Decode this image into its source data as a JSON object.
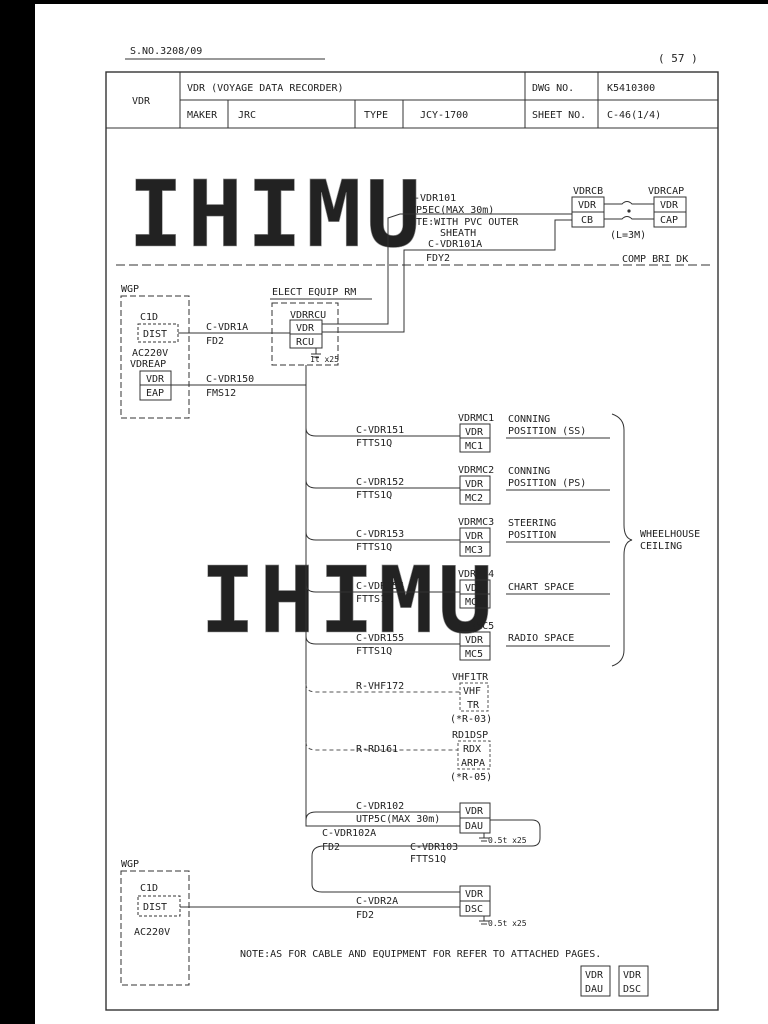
{
  "header": {
    "serial_no": "S.NO.3208/09",
    "page_no": "( 57 )"
  },
  "title_block": {
    "vdr": "VDR",
    "title": "VDR (VOYAGE DATA RECORDER)",
    "dwg_no_label": "DWG NO.",
    "dwg_no": "K5410300",
    "maker_label": "MAKER",
    "maker": "JRC",
    "type_label": "TYPE",
    "type": "JCY-1700",
    "sheet_no_label": "SHEET NO.",
    "sheet_no": "C-46(1/4)"
  },
  "watermark": {
    "text": "IHIMU"
  },
  "compass_deck": {
    "vdrcb_label": "VDRCB",
    "vdrcap_label": "VDRCAP",
    "vdrcb_box": [
      "VDR",
      "CB"
    ],
    "vdrcap_box": [
      "VDR",
      "CAP"
    ],
    "length": "(L=3M)",
    "cable1": "C-VDR101",
    "cable1_type": "UTP5EC(MAX 30m)",
    "note_line1": "NOTE:WITH PVC OUTER",
    "note_line2": "SHEATH",
    "cable2": "C-VDR101A",
    "cable2_type": "FDY2",
    "deck_label": "COMP BRI DK"
  },
  "wgp_top": {
    "label": "WGP",
    "c1d": "C1D",
    "dist": "DIST",
    "voltage": "AC220V",
    "vdreap": "VDREAP",
    "eap_box": [
      "VDR",
      "EAP"
    ],
    "cable_a": "C-VDR1A",
    "cable_a_type": "FD2",
    "cable_b": "C-VDR150",
    "cable_b_type": "FMS12"
  },
  "elect_room": {
    "label": "ELECT EQUIP RM",
    "vdrrcu": "VDRRCU",
    "rcu_box": [
      "VDR",
      "RCU"
    ],
    "ground": "1t x25"
  },
  "monitors": [
    {
      "id": "VDRMC1",
      "box": [
        "VDR",
        "MC1"
      ],
      "cable": "C-VDR151",
      "type": "FTTS1Q",
      "loc1": "CONNING",
      "loc2": "POSITION    (SS)"
    },
    {
      "id": "VDRMC2",
      "box": [
        "VDR",
        "MC2"
      ],
      "cable": "C-VDR152",
      "type": "FTTS1Q",
      "loc1": "CONNING",
      "loc2": "POSITION    (PS)"
    },
    {
      "id": "VDRMC3",
      "box": [
        "VDR",
        "MC3"
      ],
      "cable": "C-VDR153",
      "type": "FTTS1Q",
      "loc1": "STEERING",
      "loc2": "POSITION"
    },
    {
      "id": "VDRMC4",
      "box": [
        "VDR",
        "MC4"
      ],
      "cable": "C-VDR154",
      "type": "FTTS1Q",
      "loc1": "CHART SPACE",
      "loc2": ""
    },
    {
      "id": "VDRMC5",
      "box": [
        "VDR",
        "MC5"
      ],
      "cable": "C-VDR155",
      "type": "FTTS1Q",
      "loc1": "RADIO SPACE",
      "loc2": ""
    }
  ],
  "wheelhouse": {
    "line1": "WHEELHOUSE",
    "line2": "CEILING"
  },
  "ext_equipment": [
    {
      "id": "VHF1TR",
      "box": [
        "VHF",
        "TR"
      ],
      "cable": "R-VHF172",
      "ref": "(*R-03)"
    },
    {
      "id": "RD1DSP",
      "box": [
        "RDX",
        "ARPA"
      ],
      "cable": "R-RD161",
      "ref": "(*R-05)"
    }
  ],
  "dau": {
    "box": [
      "VDR",
      "DAU"
    ],
    "cable1": "C-VDR102",
    "cable1_type": "UTP5C(MAX 30m)",
    "cable2": "C-VDR102A",
    "cable2_type": "FD2",
    "cable3": "C-VDR103",
    "cable3_type": "FTTS1Q",
    "ground": "0.5t x25"
  },
  "wgp_bottom": {
    "label": "WGP",
    "c1d": "C1D",
    "dist": "DIST",
    "voltage": "AC220V"
  },
  "dsc": {
    "box": [
      "VDR",
      "DSC"
    ],
    "cable": "C-VDR2A",
    "cable_type": "FD2",
    "ground": "0.5t x25"
  },
  "note": "NOTE:AS FOR CABLE AND EQUIPMENT FOR REFER TO ATTACHED PAGES.",
  "legend_boxes": [
    [
      "VDR",
      "DAU"
    ],
    [
      "VDR",
      "DSC"
    ]
  ]
}
